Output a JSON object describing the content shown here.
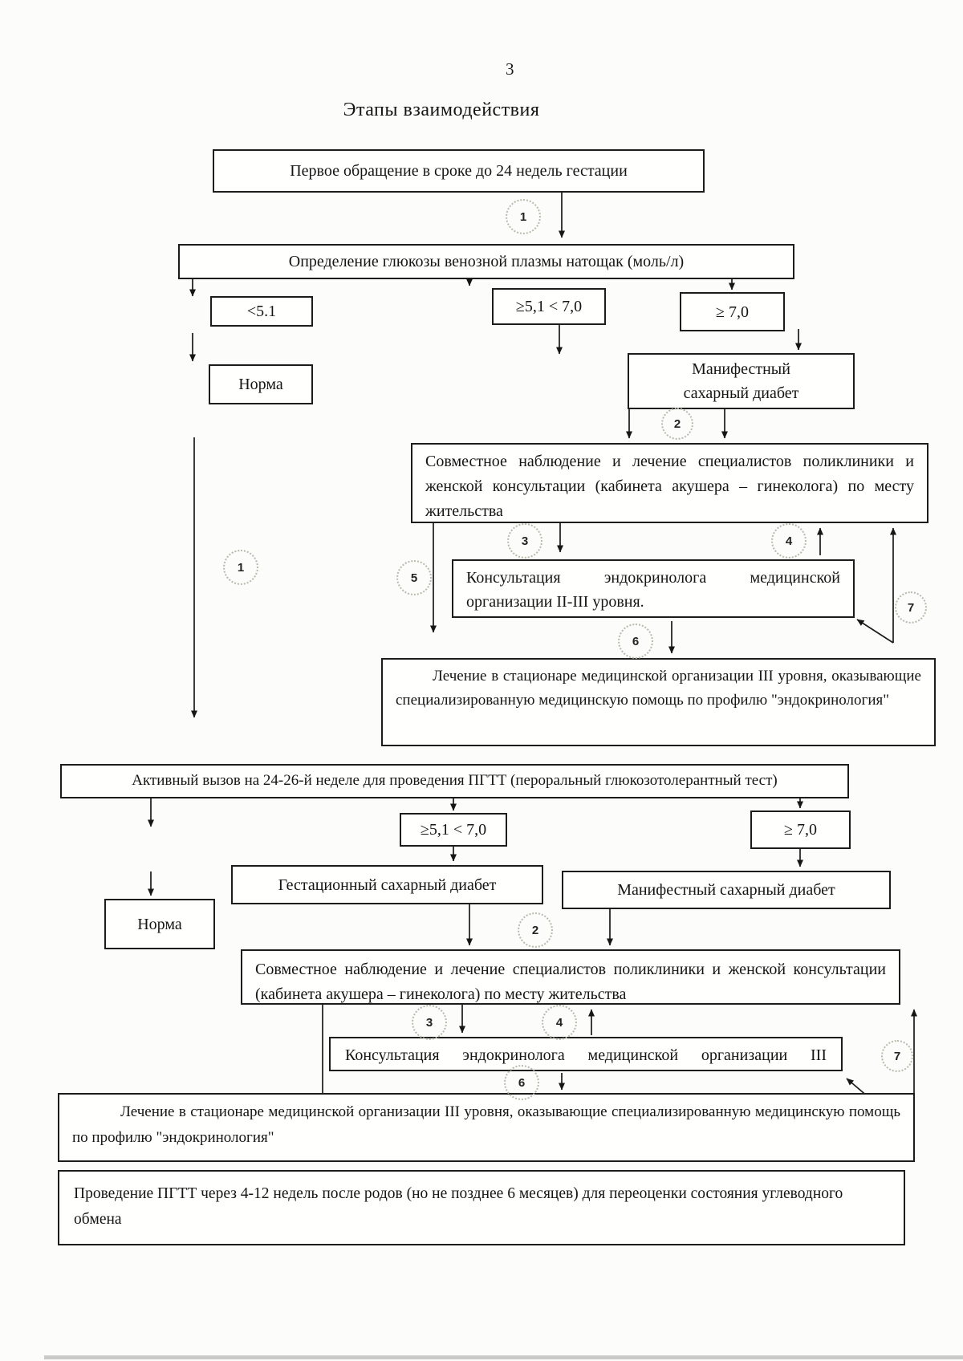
{
  "page": {
    "number": "3",
    "title": "Этапы взаимодействия"
  },
  "nodes": {
    "first_visit": {
      "text": "Первое обращение в сроке до 24 недель гестации"
    },
    "glucose_test": {
      "text": "Определение глюкозы венозной плазмы натощак (моль/л)"
    },
    "lt51": {
      "text": "<5.1"
    },
    "mid_range": {
      "text": "≥5,1 < 7,0"
    },
    "ge70": {
      "text": "≥ 7,0"
    },
    "norm1": {
      "text": "Норма"
    },
    "manifest1": {
      "text": "Манифестный сахарный диабет"
    },
    "joint_care1": {
      "text": "Совместное наблюдение и лечение специалистов поликлиники и женской консультации (кабинета акушера – гинеколога) по месту жительства"
    },
    "endo_consult1": {
      "text": "Консультация эндокринолога медицинской организации II-III уровня."
    },
    "hospital1": {
      "text": "Лечение в стационаре медицинской организации III уровня, оказывающие специализированную медицинскую помощь по профилю \"эндокринология\""
    },
    "active_call": {
      "text": "Активный вызов на 24-26-й неделе для проведения ПГТТ (пероральный глюкозотолерантный тест)"
    },
    "mid_range2": {
      "text": "≥5,1 < 7,0"
    },
    "ge70_2": {
      "text": "≥ 7,0"
    },
    "norm2": {
      "text": "Норма"
    },
    "gestational": {
      "text": "Гестационный сахарный диабет"
    },
    "manifest2": {
      "text": "Манифестный сахарный диабет"
    },
    "joint_care2": {
      "text": "Совместное наблюдение и лечение специалистов поликлиники и женской консультации (кабинета акушера – гинеколога) по месту жительства"
    },
    "endo_consult2": {
      "text": "Консультация эндокринолога медицинской организации III"
    },
    "hospital2": {
      "text": "Лечение в стационаре медицинской организации III уровня, оказывающие специализированную медицинскую помощь по профилю \"эндокринология\""
    },
    "pgtt_recheck": {
      "text": "Проведение ПГТТ через 4-12 недель после родов (но не позднее 6 месяцев) для переоценки состояния углеводного обмена"
    }
  },
  "markers": {
    "u1": "1",
    "left1": "1",
    "u2": "2",
    "u3": "3",
    "u4": "4",
    "u5": "5",
    "u6": "6",
    "u7": "7",
    "l2": "2",
    "l3": "3",
    "l4": "4",
    "l6": "6",
    "l7": "7"
  }
}
